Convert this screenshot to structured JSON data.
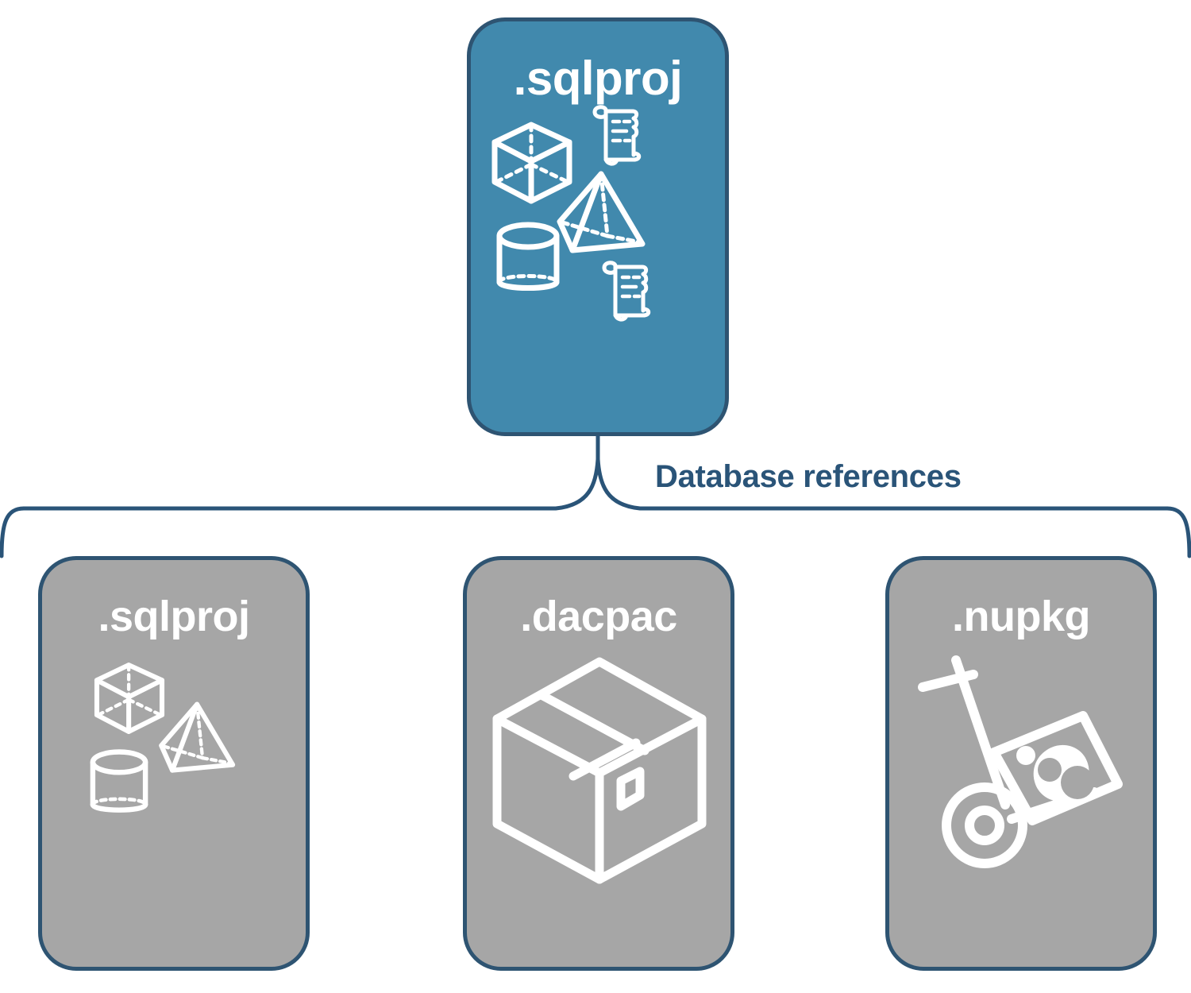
{
  "diagram": {
    "title": "Database references",
    "colors": {
      "primary_card_fill": "#4189AD",
      "secondary_card_fill": "#A6A6A6",
      "border": "#2E5472",
      "label_text": "#2A5478",
      "card_text": "#FFFFFF",
      "background": "#FFFFFF"
    }
  },
  "root_card": {
    "label": ".sqlproj",
    "kind": "primary",
    "icons": [
      "cube-wireframe-icon",
      "scroll-icon",
      "pyramid-wireframe-icon",
      "cylinder-wireframe-icon",
      "scroll-icon"
    ]
  },
  "connector": {
    "label": "Database references",
    "shape": "horizontal-brace"
  },
  "reference_cards": [
    {
      "id": "sqlproj",
      "label": ".sqlproj",
      "kind": "secondary",
      "icons": [
        "cube-wireframe-icon",
        "pyramid-wireframe-icon",
        "cylinder-wireframe-icon"
      ]
    },
    {
      "id": "dacpac",
      "label": ".dacpac",
      "kind": "secondary",
      "icons": [
        "shipping-box-icon"
      ]
    },
    {
      "id": "nupkg",
      "label": ".nupkg",
      "kind": "secondary",
      "icons": [
        "hand-truck-package-icon"
      ]
    }
  ]
}
